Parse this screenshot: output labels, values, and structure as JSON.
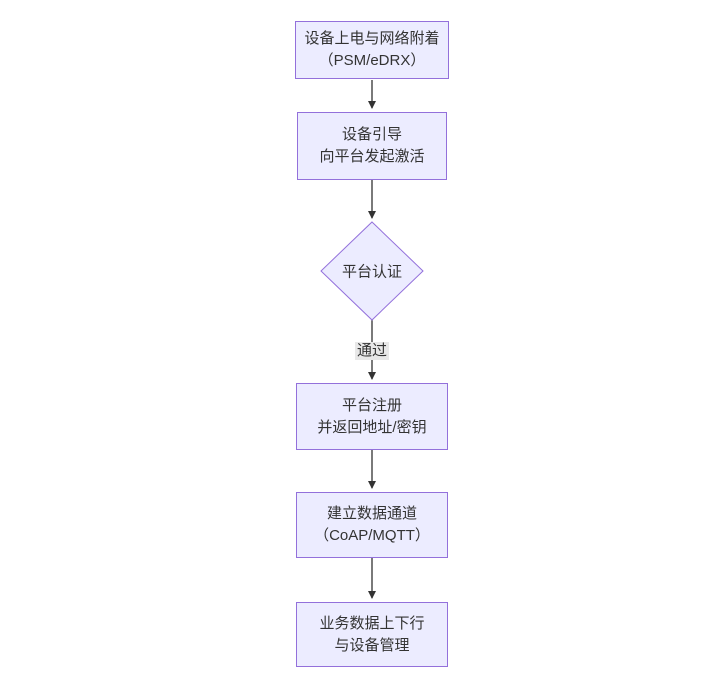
{
  "diagram": {
    "type": "flowchart-top-down",
    "nodes": {
      "power_attach": {
        "line1": "设备上电与网络附着",
        "line2": "（PSM/eDRX）"
      },
      "bootstrap": {
        "line1": "设备引导",
        "line2": "向平台发起激活"
      },
      "auth": {
        "label": "平台认证"
      },
      "register": {
        "line1": "平台注册",
        "line2": "并返回地址/密钥"
      },
      "channel": {
        "line1": "建立数据通道",
        "line2": "（CoAP/MQTT）"
      },
      "business": {
        "line1": "业务数据上下行",
        "line2": "与设备管理"
      }
    },
    "edges": {
      "auth_pass_label": "通过"
    },
    "colors": {
      "node_fill": "#ECECFF",
      "node_border": "#9370DB",
      "text": "#333333",
      "edge": "#333333",
      "edge_label_bg": "#e8e8e8"
    }
  }
}
